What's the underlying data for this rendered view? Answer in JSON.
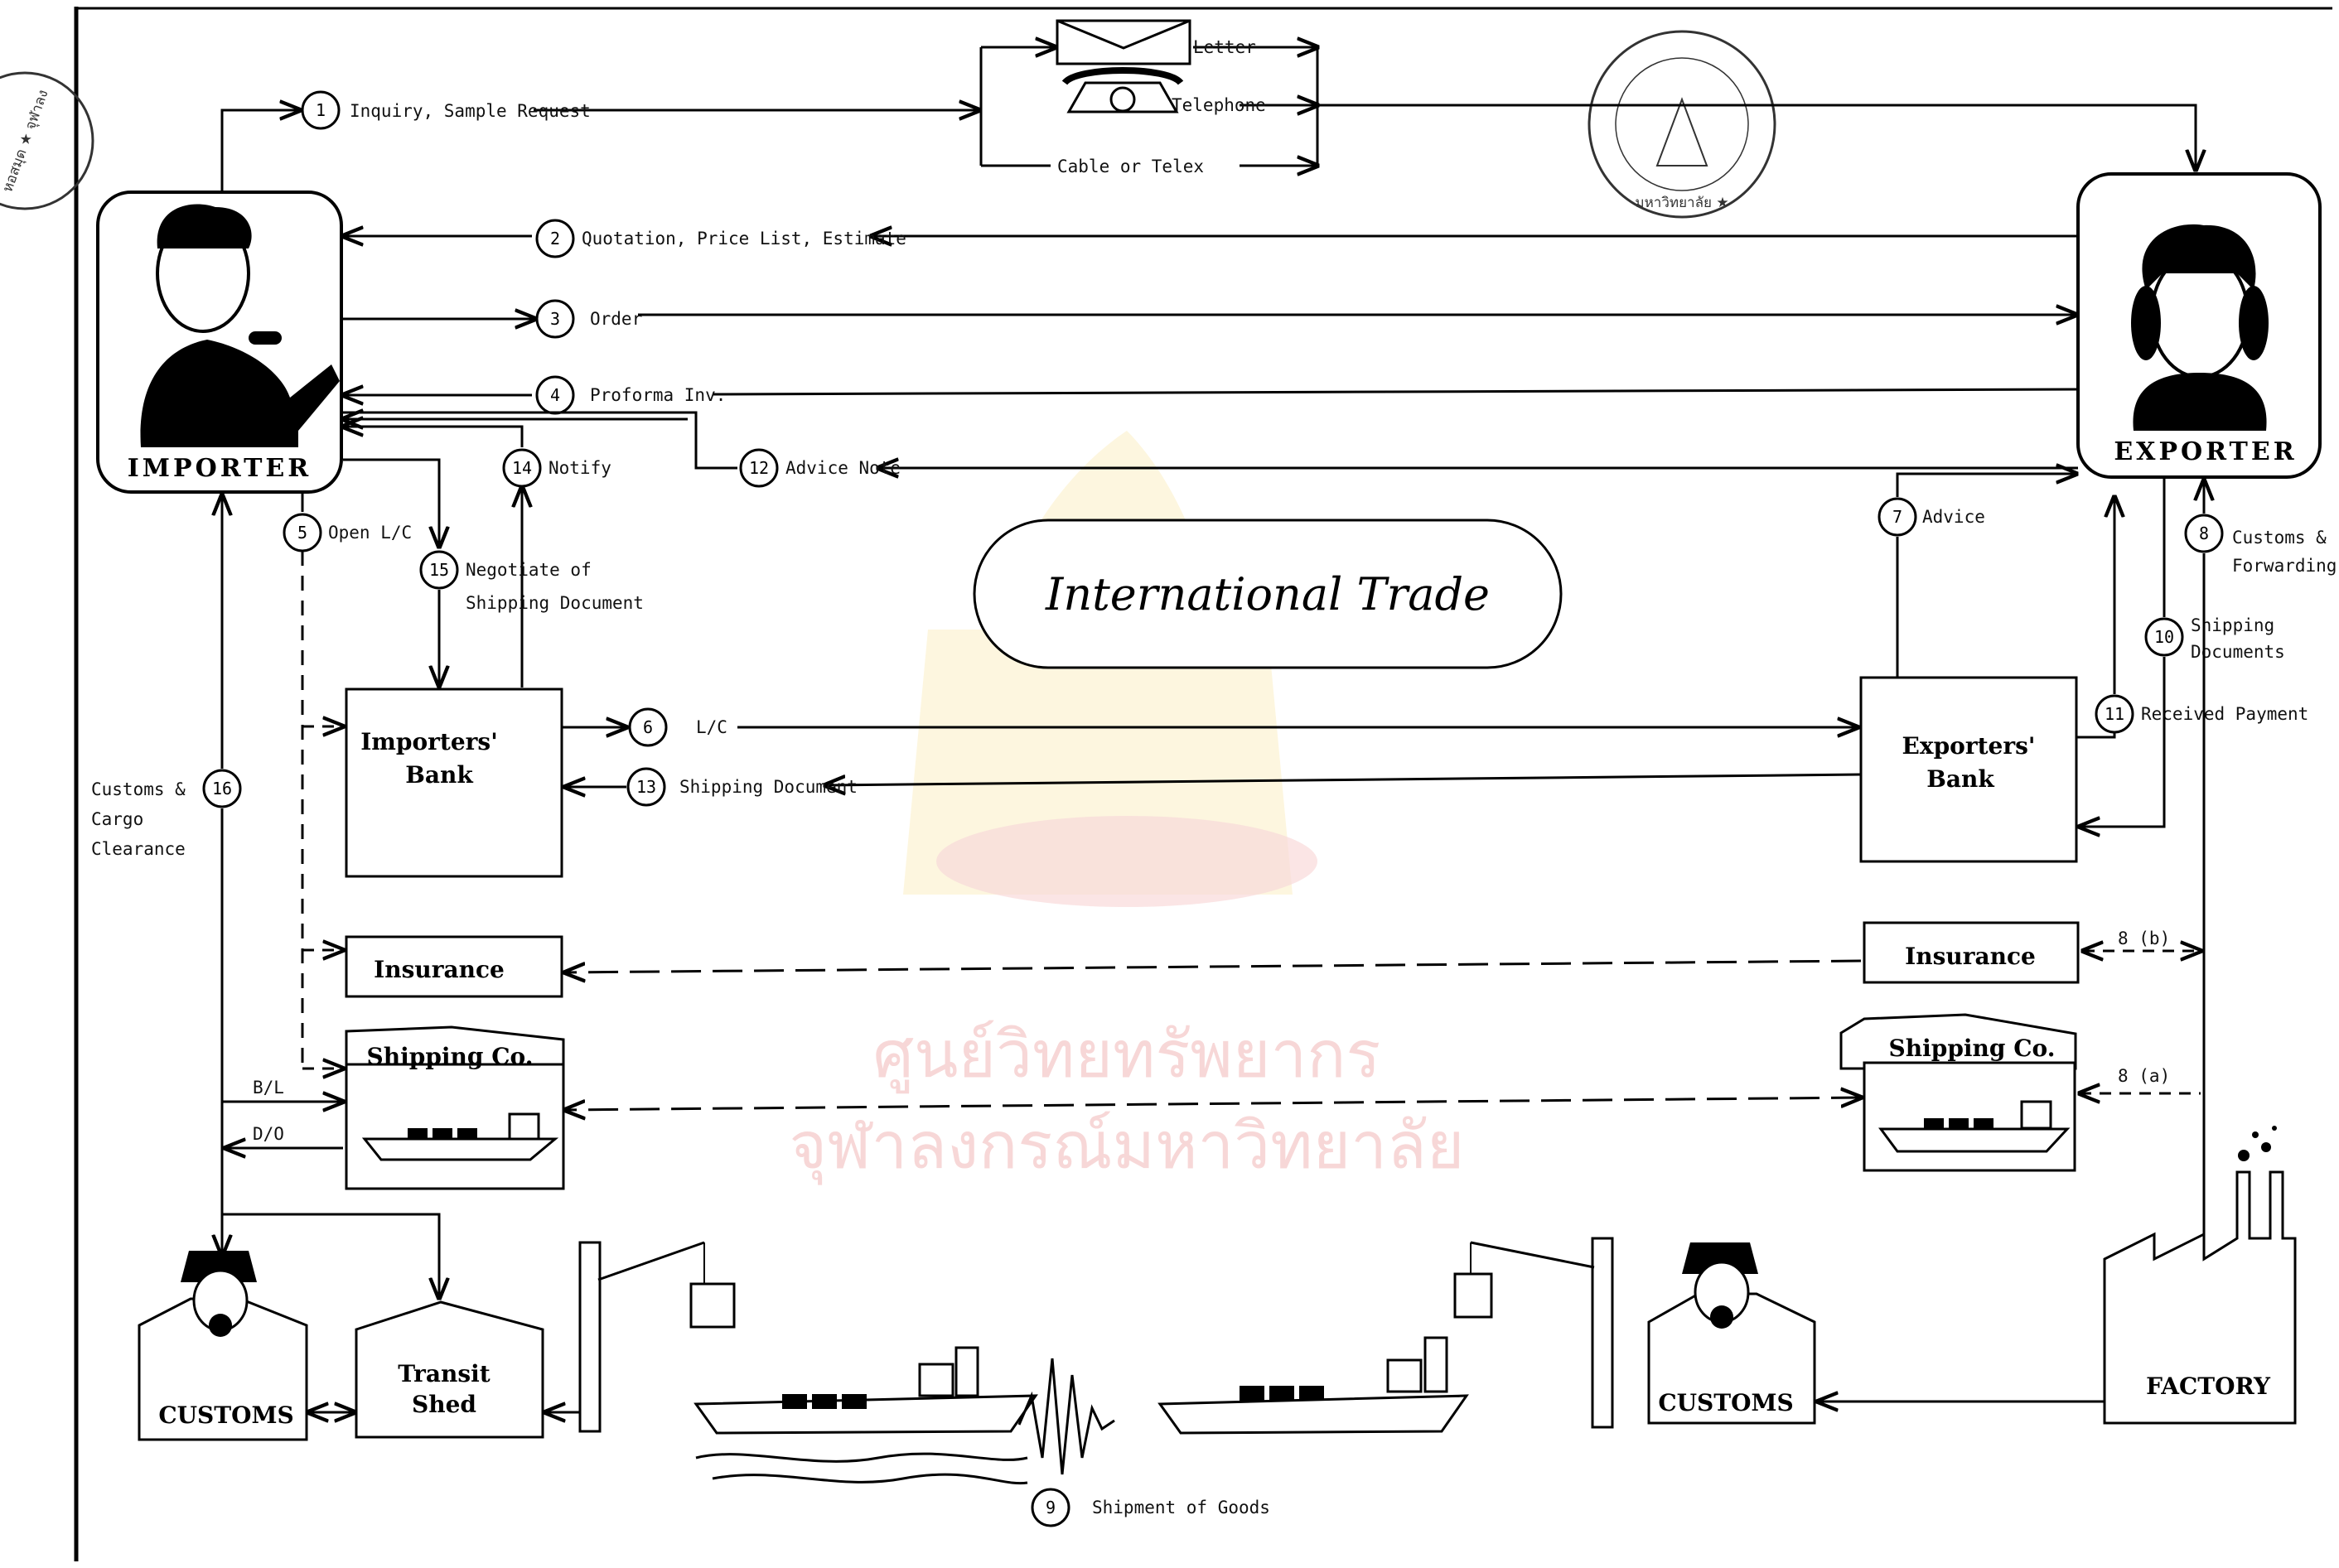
{
  "title": "International Trade",
  "actors": {
    "importer": "IMPORTER",
    "exporter": "EXPORTER",
    "importers_bank": [
      "Importers'",
      "Bank"
    ],
    "exporters_bank": [
      "Exporters'",
      "Bank"
    ],
    "insurance_left": "Insurance",
    "insurance_right": "Insurance",
    "shipping_left": "Shipping Co.",
    "shipping_right": "Shipping Co.",
    "customs_left": "CUSTOMS",
    "customs_right": "CUSTOMS",
    "transit_shed": [
      "Transit",
      "Shed"
    ],
    "factory": "FACTORY"
  },
  "communication": {
    "letter": "Letter",
    "telephone": "Telephone",
    "cable": "Cable  or  Telex"
  },
  "steps": [
    {
      "num": "1",
      "label": "Inquiry, Sample Request"
    },
    {
      "num": "2",
      "label": "Quotation, Price List, Estimate"
    },
    {
      "num": "3",
      "label": "Order"
    },
    {
      "num": "4",
      "label": "Proforma  Inv."
    },
    {
      "num": "5",
      "label": "Open L/C"
    },
    {
      "num": "6",
      "label": "L/C"
    },
    {
      "num": "7",
      "label": "Advice"
    },
    {
      "num": "8",
      "label": "Customs &"
    },
    {
      "num": "9",
      "label": "Shipment of Goods"
    },
    {
      "num": "10",
      "label": "Shipping"
    },
    {
      "num": "11",
      "label": "Received Payment"
    },
    {
      "num": "12",
      "label": "Advice Note"
    },
    {
      "num": "13",
      "label": "Shipping Document"
    },
    {
      "num": "14",
      "label": "Notify"
    },
    {
      "num": "15",
      "label": "Negotiate of"
    },
    {
      "num": "16",
      "label": ""
    }
  ],
  "extra_labels": {
    "step8_line2": "Forwarding",
    "step10_line2": "Documents",
    "step15_line2": "Shipping Document",
    "customs_clearance": [
      "Customs &",
      "Cargo",
      "Clearance"
    ],
    "bl": "B/L",
    "do": "D/O",
    "insurance_8b": "8 (b)",
    "shipping_8a": "8 (a)"
  },
  "watermark": {
    "line1": "ศูนย์วิทยทรัพยากร",
    "line2": "จุฬาลงกรณ์มหาวิทยาลัย"
  },
  "stamps": {
    "left": "หอสมุด ★ จุฬาลง",
    "right": "มหาวิทยาลัย ★"
  }
}
